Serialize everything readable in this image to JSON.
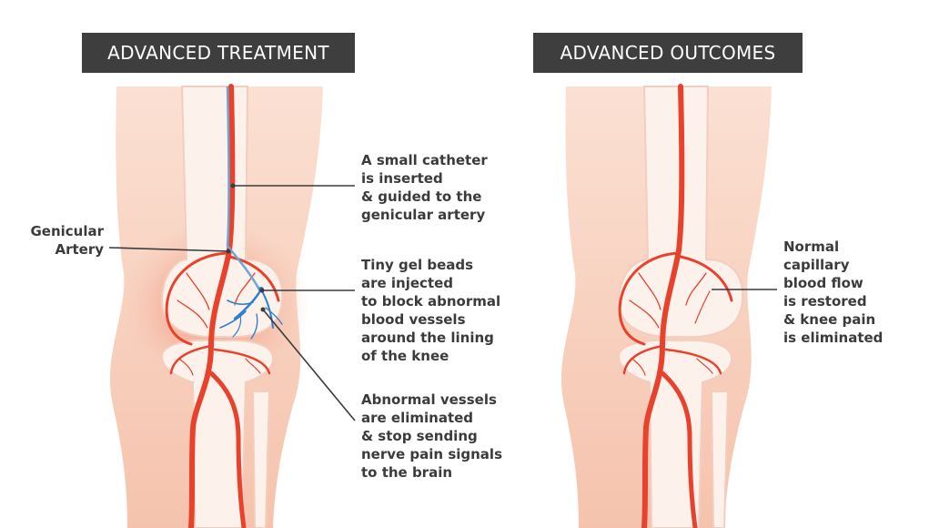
{
  "titles": {
    "treatment": "ADVANCED TREATMENT",
    "outcomes": "ADVANCED OUTCOMES"
  },
  "labels": {
    "genicular_artery": "Genicular\nArtery",
    "catheter": "A small catheter\nis inserted\n& guided to the\ngenicular artery",
    "gel_beads": "Tiny gel beads\nare injected\nto block abnormal\nblood vessels\naround the lining\nof the knee",
    "vessels_eliminated": "Abnormal vessels\nare eliminated\n& stop sending\nnerve pain signals\nto the brain",
    "normal_flow": "Normal\ncapillary\nblood flow\nis restored\n& knee pain\nis eliminated"
  },
  "colors": {
    "skin": "#f6c8b4",
    "skin_light": "#fbe3d8",
    "artery": "#e8412c",
    "catheter": "#6ba6d8",
    "vessels_abnormal": "#2f7fd0",
    "title_bg": "#3e3e3e",
    "text": "#3b3b3b",
    "inflammation": "#f08f78"
  }
}
